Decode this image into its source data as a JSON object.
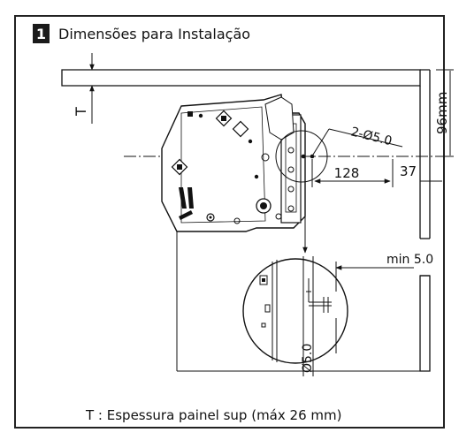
{
  "header": {
    "step_number": "1",
    "title": "Dimensões para Instalação"
  },
  "dimensions": {
    "thickness_label": "T",
    "height_label": "96mm",
    "holes_label": "2-Ø5.0",
    "horizontal_spacing": "128",
    "edge_offset": "37",
    "min_gap_label": "min 5.0",
    "detail_hole_label": "Ø5.0"
  },
  "footer": {
    "note": "T : Espessura painel sup (máx 26 mm)"
  },
  "colors": {
    "frame": "#222222",
    "line": "#111111",
    "badge": "#1a1a1a",
    "badge_text": "#ffffff",
    "hinge_fill": "#ffffff"
  }
}
